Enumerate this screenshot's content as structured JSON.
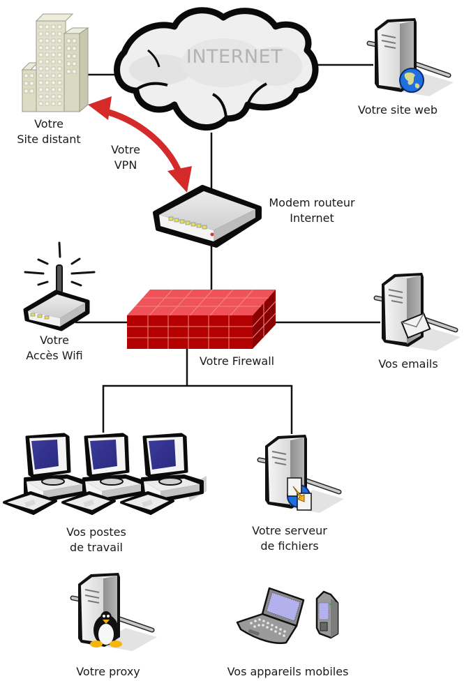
{
  "diagram": {
    "title": "Network topology",
    "cloud": {
      "label": "INTERNET"
    },
    "nodes": {
      "remote_site": {
        "icon": "office-buildings-icon",
        "label_lines": [
          "Votre",
          "Site distant"
        ]
      },
      "website": {
        "icon": "web-server-globe-icon",
        "label_lines": [
          "Votre site web"
        ]
      },
      "vpn": {
        "icon": "double-arrow-icon",
        "label_lines": [
          "Votre",
          "VPN"
        ],
        "color": "#d42a2a"
      },
      "modem": {
        "icon": "modem-router-icon",
        "label_lines": [
          "Modem routeur",
          "Internet"
        ]
      },
      "wifi": {
        "icon": "wifi-access-point-icon",
        "label_lines": [
          "Votre",
          "Accès Wifi"
        ]
      },
      "firewall": {
        "icon": "brick-firewall-icon",
        "label_lines": [
          "Votre Firewall"
        ],
        "color": "#b30000"
      },
      "emails": {
        "icon": "mail-server-icon",
        "label_lines": [
          "Vos emails"
        ]
      },
      "workstations": {
        "icon": "workstations-icon",
        "label_lines": [
          "Vos postes",
          "de travail"
        ]
      },
      "file_server": {
        "icon": "file-server-icon",
        "label_lines": [
          "Votre serveur",
          "de fichiers"
        ]
      },
      "proxy": {
        "icon": "linux-proxy-server-icon",
        "label_lines": [
          "Votre proxy"
        ]
      },
      "mobile": {
        "icon": "mobile-devices-icon",
        "label_lines": [
          "Vos appareils mobiles"
        ]
      }
    },
    "connections": [
      [
        "remote_site",
        "internet"
      ],
      [
        "internet",
        "website"
      ],
      [
        "internet",
        "modem"
      ],
      [
        "modem",
        "firewall"
      ],
      [
        "wifi",
        "firewall"
      ],
      [
        "firewall",
        "emails"
      ],
      [
        "firewall",
        "workstations"
      ],
      [
        "firewall",
        "file_server"
      ]
    ]
  }
}
